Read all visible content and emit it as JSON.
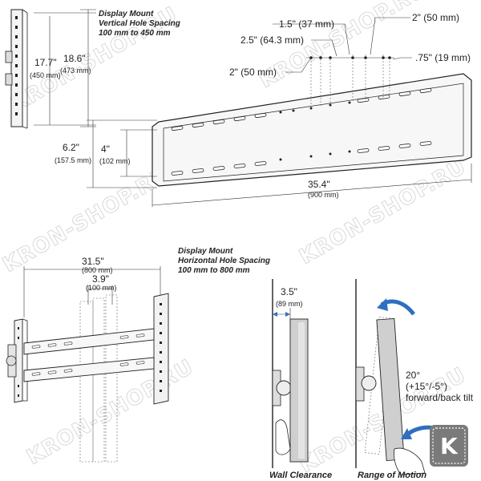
{
  "top_view": {
    "title_line1": "Display Mount",
    "title_line2": "Vertical Hole Spacing",
    "title_line3": "100 mm to 450 mm",
    "dim_177_in": "17.7\"",
    "dim_177_mm": "(450 mm)",
    "dim_186_in": "18.6\"",
    "dim_186_mm": "(473 mm)",
    "dim_15": "1.5\" (37 mm)",
    "dim_25": "2.5\" (64.3 mm)",
    "dim_2_left": "2\" (50 mm)",
    "dim_2_right": "2\" (50 mm)",
    "dim_075": ".75\" (19 mm)",
    "dim_62_in": "6.2\"",
    "dim_62_mm": "(157.5 mm)",
    "dim_4_in": "4\"",
    "dim_4_mm": "(102 mm)",
    "dim_354_in": "35.4\"",
    "dim_354_mm": "(900 mm)"
  },
  "bottom_left_view": {
    "title_line1": "Display Mount",
    "title_line2": "Horizontal Hole Spacing",
    "title_line3": "100 mm to 800 mm",
    "dim_315_in": "31.5\"",
    "dim_315_mm": "(800 mm)",
    "dim_39_in": "3.9\"",
    "dim_39_mm": "(100 mm)"
  },
  "wall_clearance": {
    "dim_in": "3.5\"",
    "dim_mm": "(89 mm)",
    "caption": "Wall Clearance"
  },
  "range_of_motion": {
    "line1": "20°",
    "line2": "(+15°/-5°)",
    "line3": "forward/back tilt",
    "caption": "Range of Motion"
  },
  "watermark": "KRON-SHOP.RU",
  "badge": {
    "letter": "K",
    "color": "#7a7a7a"
  },
  "colors": {
    "ink": "#222222",
    "arrow": "#2f6fc0",
    "panel": "#cfcfcf",
    "watermark": "#d9d9d9"
  }
}
